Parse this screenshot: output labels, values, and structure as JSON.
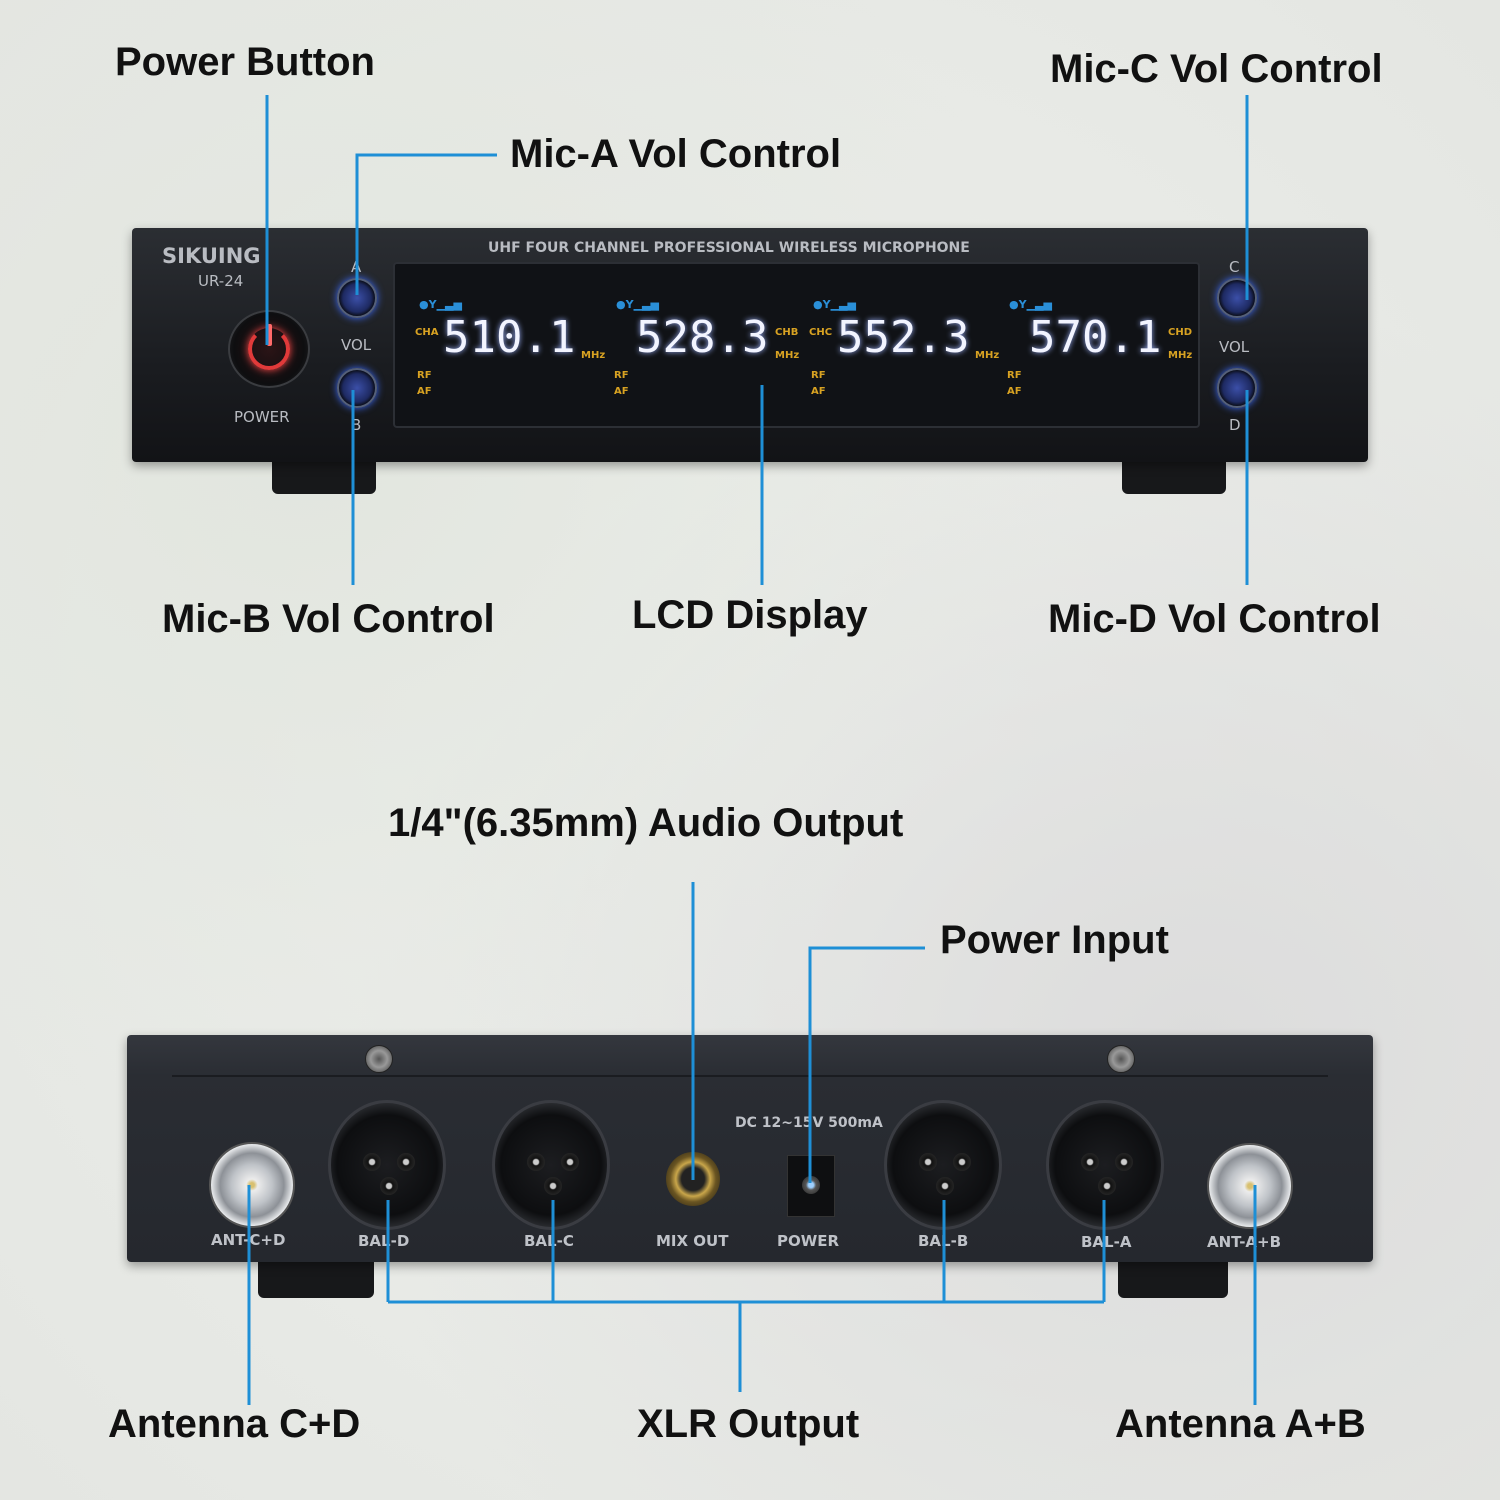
{
  "callouts": {
    "power_button": "Power Button",
    "mic_a": "Mic-A Vol Control",
    "mic_c": "Mic-C Vol Control",
    "mic_b": "Mic-B Vol Control",
    "lcd": "LCD Display",
    "mic_d": "Mic-D Vol Control",
    "audio_output": "1/4\"(6.35mm) Audio Output",
    "power_input": "Power Input",
    "antenna_cd": "Antenna C+D",
    "xlr_output": "XLR Output",
    "antenna_ab": "Antenna A+B"
  },
  "line_color": "#1e8fd6",
  "front": {
    "brand": "SIKUING",
    "model": "UR-24",
    "title": "UHF FOUR CHANNEL PROFESSIONAL WIRELESS MICROPHONE",
    "power_label": "POWER",
    "vol_label": "VOL",
    "knob_labels": [
      "A",
      "B",
      "C",
      "D"
    ],
    "channels": [
      {
        "name": "CHA",
        "freq": "510.1",
        "unit": "MHz",
        "rf": "RF",
        "af": "AF"
      },
      {
        "name": "CHB",
        "freq": "528.3",
        "unit": "MHz",
        "rf": "RF",
        "af": "AF"
      },
      {
        "name": "CHC",
        "freq": "552.3",
        "unit": "MHz",
        "rf": "RF",
        "af": "AF"
      },
      {
        "name": "CHD",
        "freq": "570.1",
        "unit": "MHz",
        "rf": "RF",
        "af": "AF"
      }
    ]
  },
  "rear": {
    "dc_spec": "DC 12~15V 500mA",
    "labels": {
      "ant_cd": "ANT-C+D",
      "bal_d": "BAL-D",
      "bal_c": "BAL-C",
      "mix_out": "MIX OUT",
      "power": "POWER",
      "bal_b": "BAL-B",
      "bal_a": "BAL-A",
      "ant_ab": "ANT-A+B"
    }
  }
}
